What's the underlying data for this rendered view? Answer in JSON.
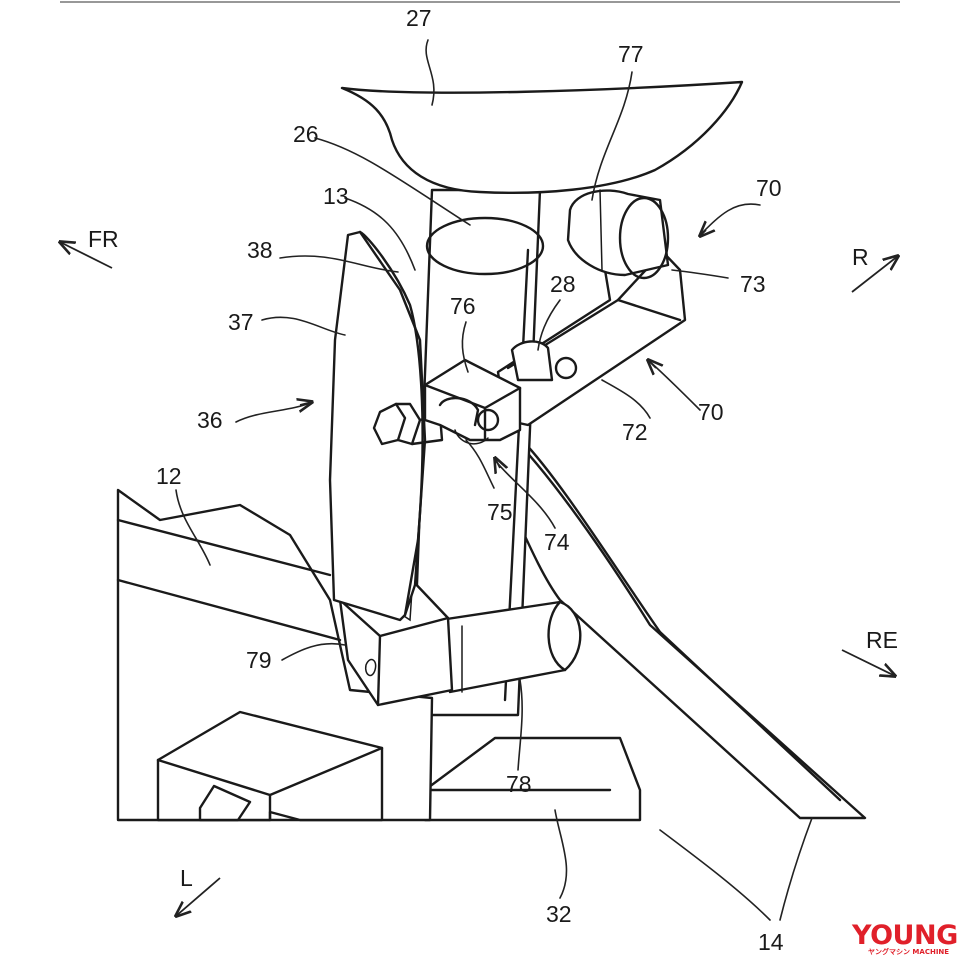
{
  "reference_numerals": {
    "n27": "27",
    "n77": "77",
    "n26": "26",
    "n70_top": "70",
    "n13": "13",
    "n38": "38",
    "n73": "73",
    "n28": "28",
    "n76": "76",
    "n37": "37",
    "n72": "72",
    "n70_mid": "70",
    "n36": "36",
    "n12": "12",
    "n75": "75",
    "n74": "74",
    "n79": "79",
    "n78": "78",
    "n32": "32",
    "n14": "14"
  },
  "direction_labels": {
    "front": "FR",
    "right": "R",
    "rear": "RE",
    "left": "L"
  },
  "watermark": {
    "main": "YOUNG",
    "sub": "ヤングマシン MACHINE",
    "color": "#e0202a"
  }
}
